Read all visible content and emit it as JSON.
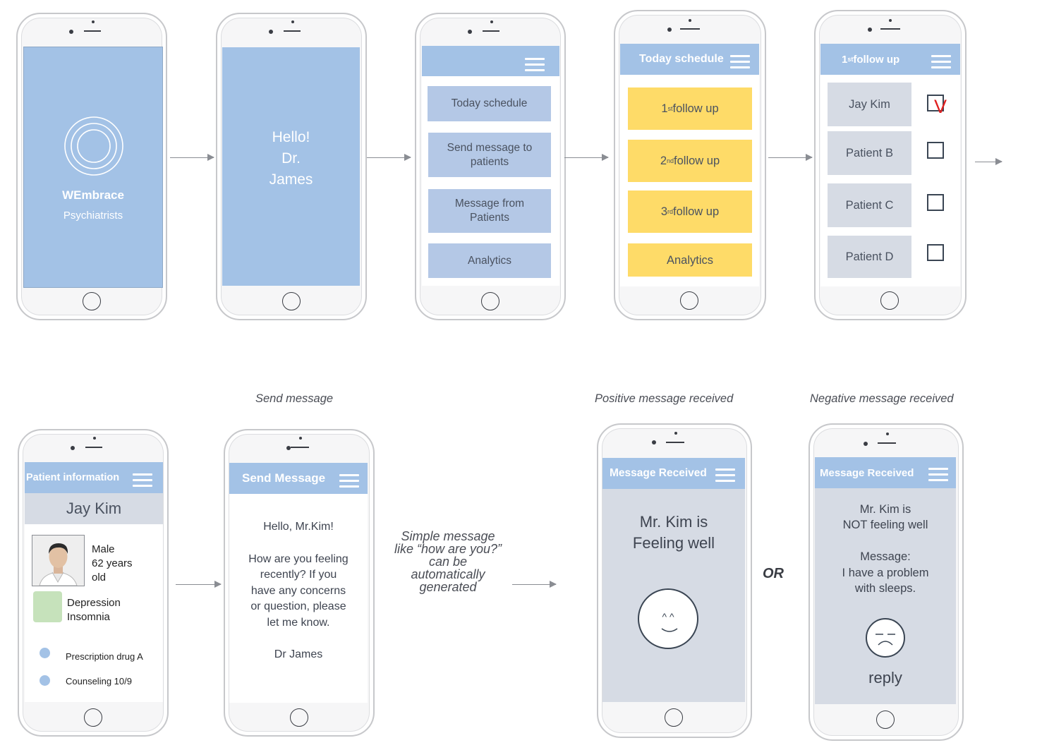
{
  "splash": {
    "brand": "WEmbrace",
    "subtitle": "Psychiatrists"
  },
  "greeting": {
    "line1": "Hello!",
    "line2": "Dr.",
    "line3": "James"
  },
  "menu": {
    "items": [
      "Today schedule",
      "Send message to patients",
      "Message from Patients",
      "Analytics"
    ]
  },
  "schedule": {
    "title": "Today schedule",
    "items": [
      {
        "num": "1",
        "sup": "st",
        "rest": " follow up"
      },
      {
        "num": "2",
        "sup": "nd",
        "rest": " follow up"
      },
      {
        "num": "3",
        "sup": "rd",
        "rest": " follow up"
      }
    ],
    "analytics": "Analytics"
  },
  "followup": {
    "title_num": "1",
    "title_sup": "st",
    "title_rest": " follow up",
    "patients": [
      "Jay Kim",
      "Patient B",
      "Patient C",
      "Patient D"
    ],
    "check_mark": "V",
    "checked": [
      true,
      false,
      false,
      false
    ]
  },
  "patient_info": {
    "title": "Patient information",
    "name": "Jay Kim",
    "gender": "Male",
    "age_line1": "62 years",
    "age_line2": "old",
    "diagnosis1": "Depression",
    "diagnosis2": "Insomnia",
    "items": [
      "Prescription drug A",
      "Counseling 10/9"
    ]
  },
  "send_message": {
    "caption": "Send message",
    "title": "Send Message",
    "greeting": "Hello, Mr.Kim!",
    "body": [
      "How are you feeling",
      "recently? If you",
      "have any concerns",
      "or question, please",
      "let me know."
    ],
    "signature": "Dr James"
  },
  "note": {
    "lines": [
      "Simple message",
      "like “how are you?”",
      "can be",
      "automatically",
      "generated"
    ]
  },
  "positive": {
    "caption": "Positive message received",
    "title": "Message Received",
    "line1": "Mr. Kim is",
    "line2": "Feeling well",
    "face": "^ ^"
  },
  "or_label": "OR",
  "negative": {
    "caption": "Negative message received",
    "title": "Message Received",
    "line1": "Mr. Kim is",
    "line2": "NOT feeling well",
    "msg_label": "Message:",
    "msg1": "I have a problem",
    "msg2": "with sleeps.",
    "reply": "reply"
  },
  "colors": {
    "header_blue": "#a3c2e6",
    "menu_blue": "#b4c8e6",
    "yellow": "#fedb68",
    "grey": "#d6dbe4",
    "green": "#c6e2bb",
    "check": "#e02020"
  }
}
